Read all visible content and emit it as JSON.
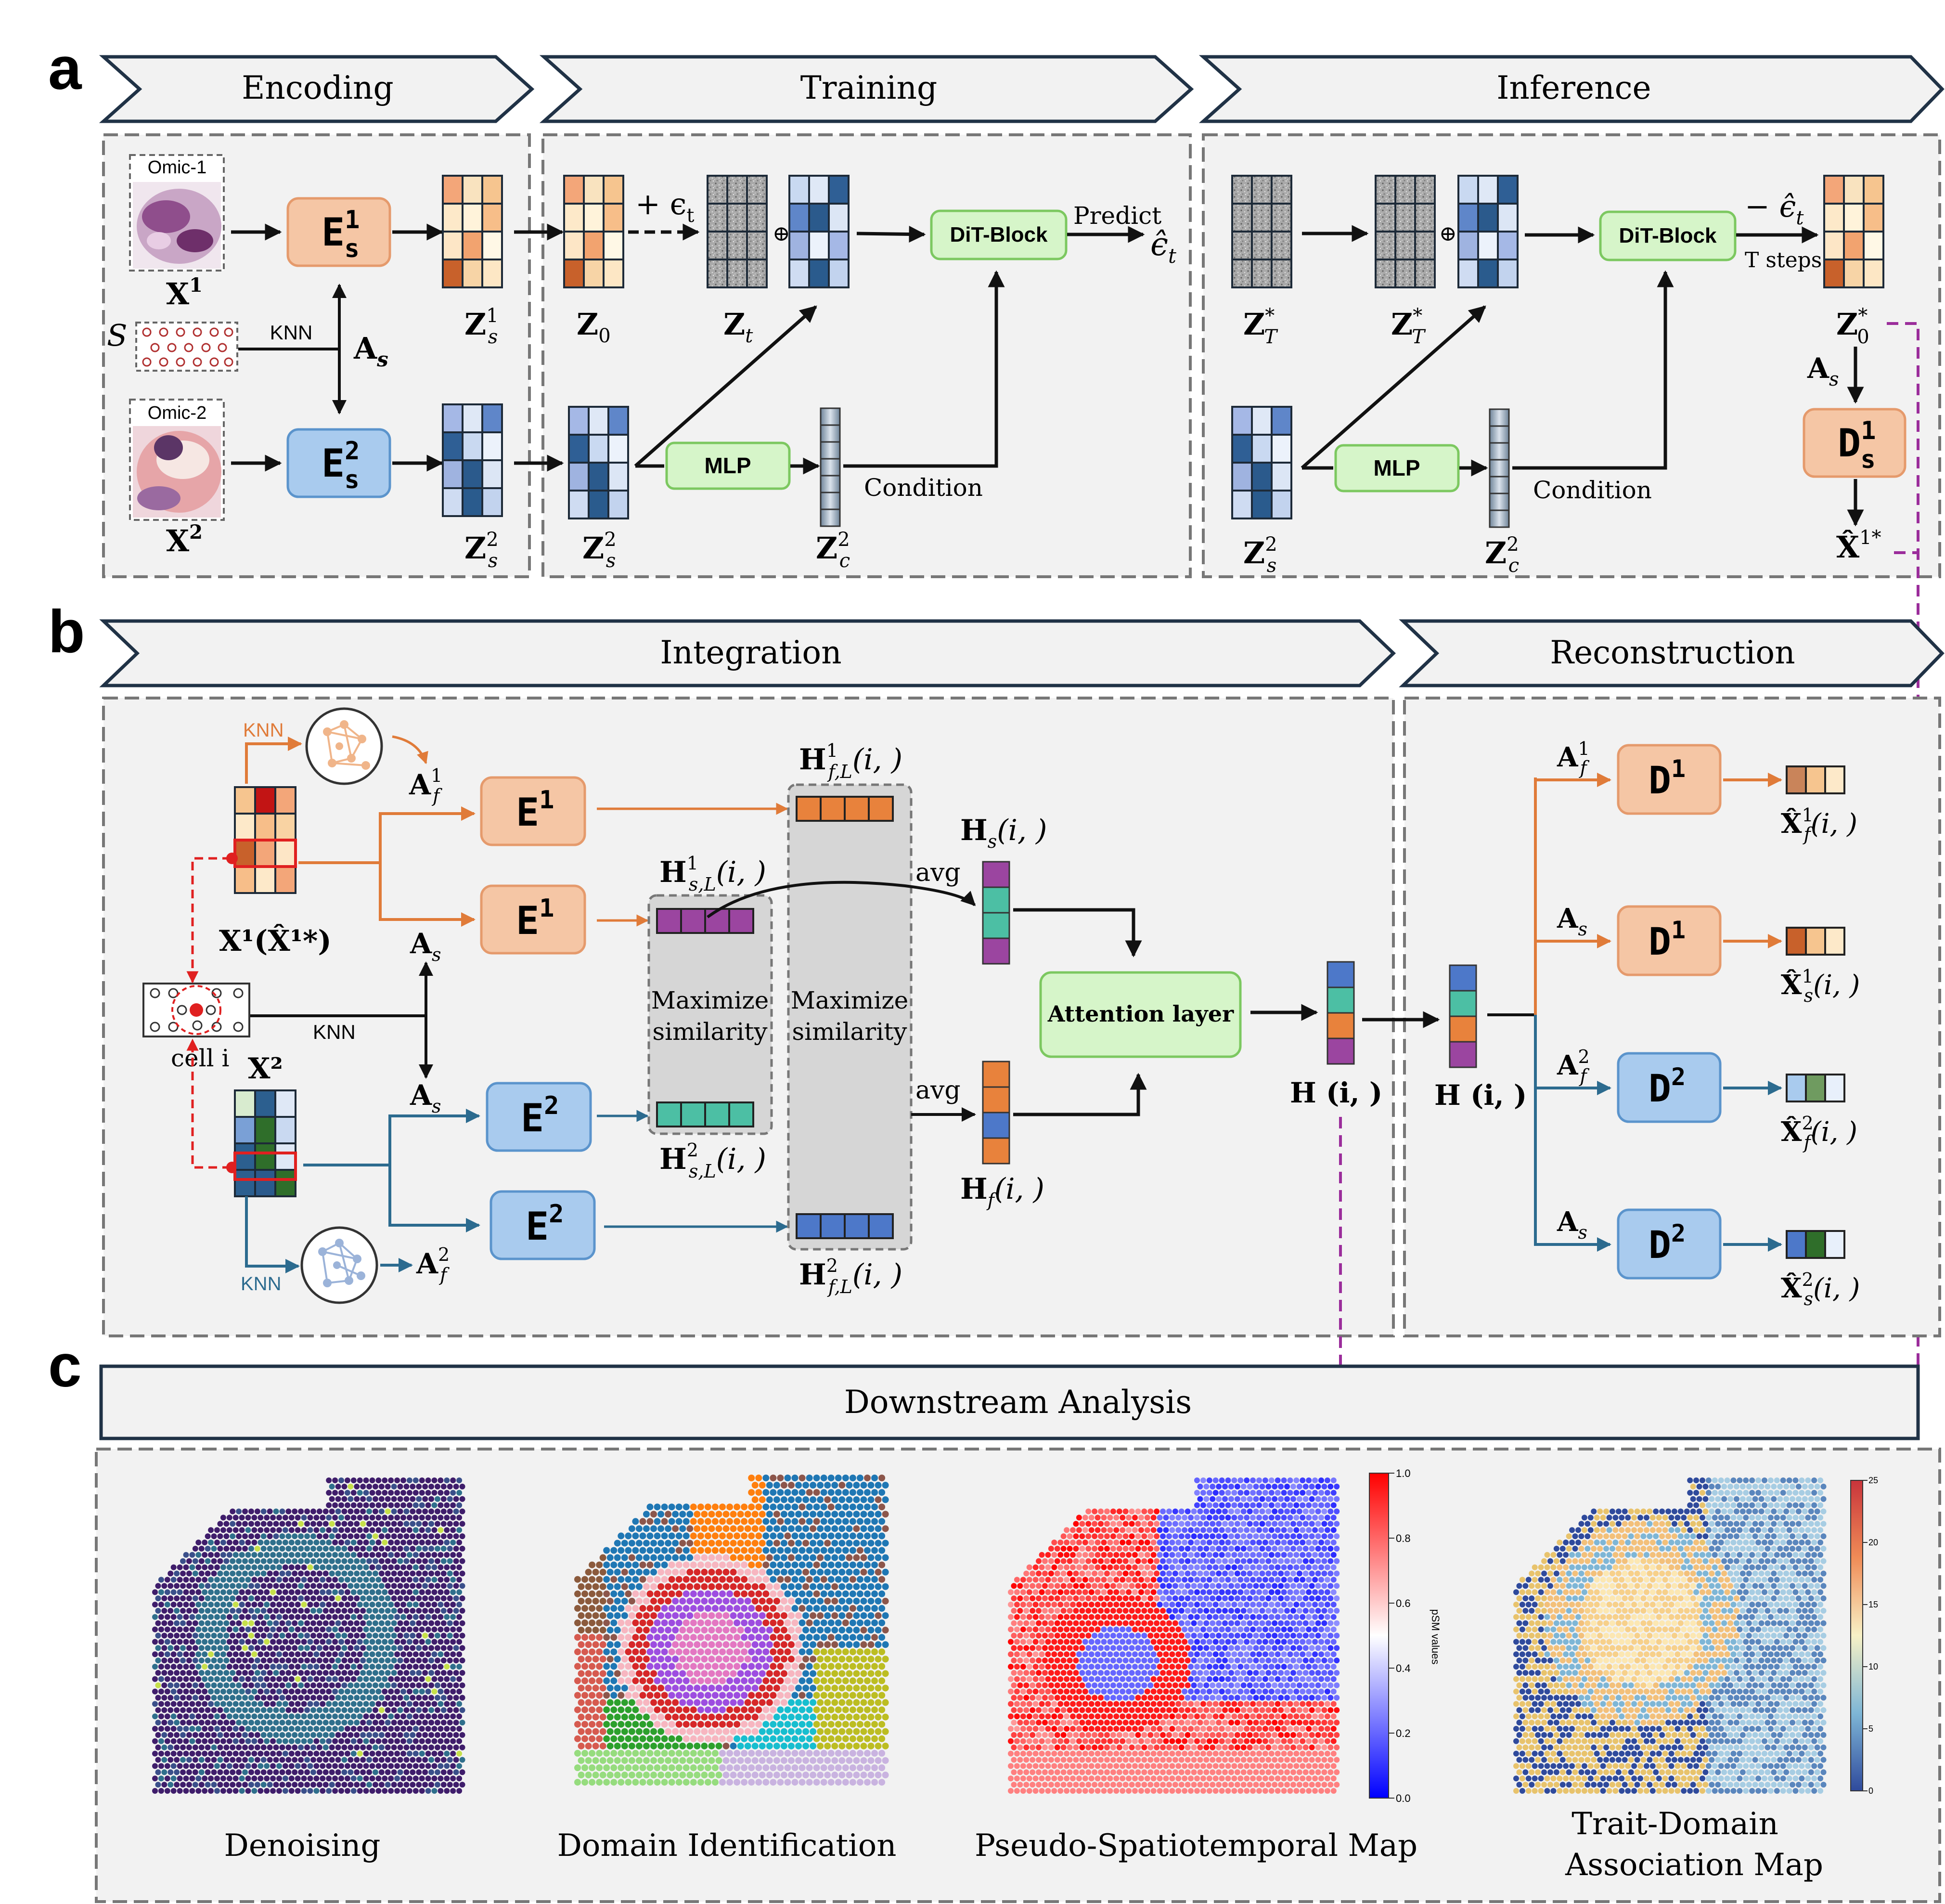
{
  "panel_labels": {
    "a": "a",
    "b": "b",
    "c": "c"
  },
  "stages_a": {
    "encoding": "Encoding",
    "training": "Training",
    "inference": "Inference"
  },
  "stages_b": {
    "integration": "Integration",
    "reconstruction": "Reconstruction"
  },
  "encoding": {
    "omic1_tag": "Omic-1",
    "omic2_tag": "Omic-2",
    "x1": "X",
    "x1_sup": "1",
    "x2": "X",
    "x2_sup": "2",
    "spatial_symbol": "S",
    "knn": "KNN",
    "as_label": "A",
    "as_sub": "s",
    "e1_main": "E",
    "e1_sup": "1",
    "e1_sub": "s",
    "e2_main": "E",
    "e2_sup": "2",
    "e2_sub": "s",
    "zs1_main": "Z",
    "zs1_sup": "1",
    "zs1_sub": "s",
    "zs2_main": "Z",
    "zs2_sup": "2",
    "zs2_sub": "s"
  },
  "training": {
    "z0_main": "Z",
    "z0_sub": "0",
    "noise": "+ ϵ",
    "noise_sub": "t",
    "zt_main": "Z",
    "zt_sub": "t",
    "dit": "DiT-Block",
    "predict": "Predict",
    "eps_hat": "ϵ̂",
    "eps_sub": "t",
    "mlp": "MLP",
    "condition": "Condition",
    "zs2_main": "Z",
    "zs2_sup": "2",
    "zs2_sub": "s",
    "zc2_main": "Z",
    "zc2_sup": "2",
    "zc2_sub": "c"
  },
  "inference": {
    "zT_main": "Z",
    "zT_sup": "*",
    "zT_sub": "T",
    "dit": "DiT-Block",
    "minus_eps": "− ϵ̂",
    "minus_eps_sub": "t",
    "tsteps": "T steps",
    "z0_main": "Z",
    "z0_sup": "*",
    "z0_sub": "0",
    "as_main": "A",
    "as_sub": "s",
    "d1_main": "D",
    "d1_sup": "1",
    "d1_sub": "s",
    "xhat": "X̂",
    "xhat_sup": "1*",
    "mlp": "MLP",
    "condition": "Condition",
    "zs2_main": "Z",
    "zs2_sup": "2",
    "zs2_sub": "s",
    "zc2_main": "Z",
    "zc2_sup": "2",
    "zc2_sub": "c"
  },
  "integration": {
    "knn_top": "KNN",
    "knn_bottom": "KNN",
    "knn_mid": "KNN",
    "af1_main": "A",
    "af1_sup": "1",
    "af1_sub": "f",
    "af2_main": "A",
    "af2_sup": "2",
    "af2_sub": "f",
    "as_top_main": "A",
    "as_top_sub": "s",
    "as_bot_main": "A",
    "as_bot_sub": "s",
    "x1_label": "X¹(X̂¹*)",
    "x2_label": "X²",
    "cell_label": "cell i",
    "e1": "E",
    "e1_sup": "1",
    "e2": "E",
    "e2_sup": "2",
    "hf1": "H¹_{f,L}(i, )",
    "hs1": "H¹_{s,L}(i, )",
    "hs2": "H²_{s,L}(i, )",
    "hf2": "H²_{f,L}(i, )",
    "max_sim_1": "Maximize",
    "max_sim_2": "similarity",
    "avg": "avg",
    "hs_label": "H_s(i, )",
    "hf_label": "H_f(i, )",
    "attention": "Attention layer",
    "h_label": "H (i, )"
  },
  "reconstruction": {
    "h_label": "H (i, )",
    "rows": [
      {
        "edge_main": "A",
        "edge_sup": "1",
        "edge_sub": "f",
        "dec": "D",
        "dec_sup": "1",
        "out": "X̂",
        "out_sup": "1",
        "out_sub": "f",
        "out_tail": "(i, )"
      },
      {
        "edge_main": "A",
        "edge_sup": "",
        "edge_sub": "s",
        "dec": "D",
        "dec_sup": "1",
        "out": "X̂",
        "out_sup": "1",
        "out_sub": "s",
        "out_tail": "(i, )"
      },
      {
        "edge_main": "A",
        "edge_sup": "2",
        "edge_sub": "f",
        "dec": "D",
        "dec_sup": "2",
        "out": "X̂",
        "out_sup": "2",
        "out_sub": "f",
        "out_tail": "(i, )"
      },
      {
        "edge_main": "A",
        "edge_sup": "",
        "edge_sub": "s",
        "dec": "D",
        "dec_sup": "2",
        "out": "X̂",
        "out_sup": "2",
        "out_sub": "s",
        "out_tail": "(i, )"
      }
    ]
  },
  "downstream": {
    "title": "Downstream Analysis",
    "captions": [
      "Denoising",
      "Domain Identification",
      "Pseudo-Spatiotemporal Map",
      "Trait-Domain",
      "Association Map"
    ],
    "psm_ticks": [
      "1.0",
      "0.8",
      "0.6",
      "0.4",
      "0.2",
      "0.0"
    ],
    "psm_axis": "pSM values",
    "trait_ticks": [
      "25",
      "20",
      "15",
      "10",
      "5",
      "0"
    ]
  },
  "colors": {
    "orange": "#e07b39",
    "blue": "#2c6b8f",
    "purple_dash": "#9b2d9b",
    "red": "#e02020",
    "green_box": "#d6f5c9",
    "green_stroke": "#7cc860",
    "enc1_fill": "#f5c6a5",
    "enc2_fill": "#a9cbee"
  }
}
